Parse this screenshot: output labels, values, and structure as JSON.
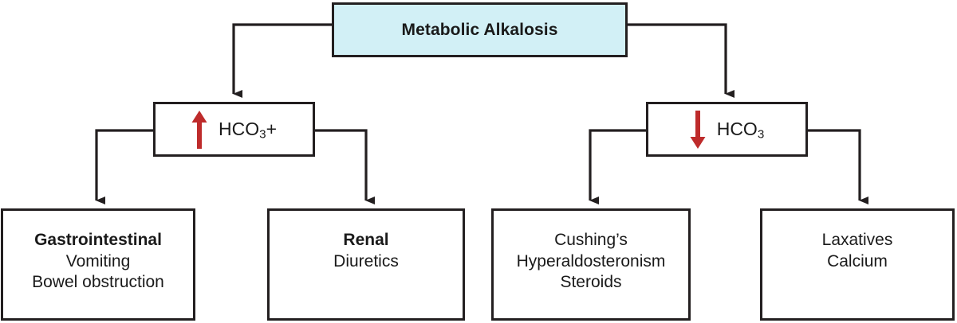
{
  "diagram": {
    "title": "Metabolic Alkalosis",
    "type": "flowchart",
    "colors": {
      "root_fill": "#d2f0f6",
      "box_stroke": "#231f20",
      "arrow_red": "#be2b2b",
      "connector": "#231f20",
      "text": "#1a1a1a",
      "background": "#ffffff"
    },
    "root": {
      "label": "Metabolic Alkalosis"
    },
    "branches": [
      {
        "id": "increased-bicarbonate",
        "arrow_icon": "arrow-up-icon",
        "arrow_direction": "up",
        "formula_prefix": "HCO",
        "formula_subscript": "3",
        "formula_suffix": "+",
        "label_plain": "HCO3+"
      },
      {
        "id": "decreased-bicarbonate",
        "arrow_icon": "arrow-down-icon",
        "arrow_direction": "down",
        "formula_prefix": "HCO",
        "formula_subscript": "3",
        "formula_suffix": "",
        "label_plain": "HCO3"
      }
    ],
    "leaves": [
      {
        "id": "gastrointestinal",
        "heading": "Gastrointestinal",
        "items": [
          "Vomiting",
          "Bowel obstruction"
        ]
      },
      {
        "id": "renal",
        "heading": "Renal",
        "items": [
          "Diuretics"
        ]
      },
      {
        "id": "cushings-group",
        "heading": "",
        "items": [
          "Cushing’s",
          "Hyperaldosteronism",
          "Steroids"
        ]
      },
      {
        "id": "laxatives-group",
        "heading": "",
        "items": [
          "Laxatives",
          "Calcium"
        ]
      }
    ]
  }
}
